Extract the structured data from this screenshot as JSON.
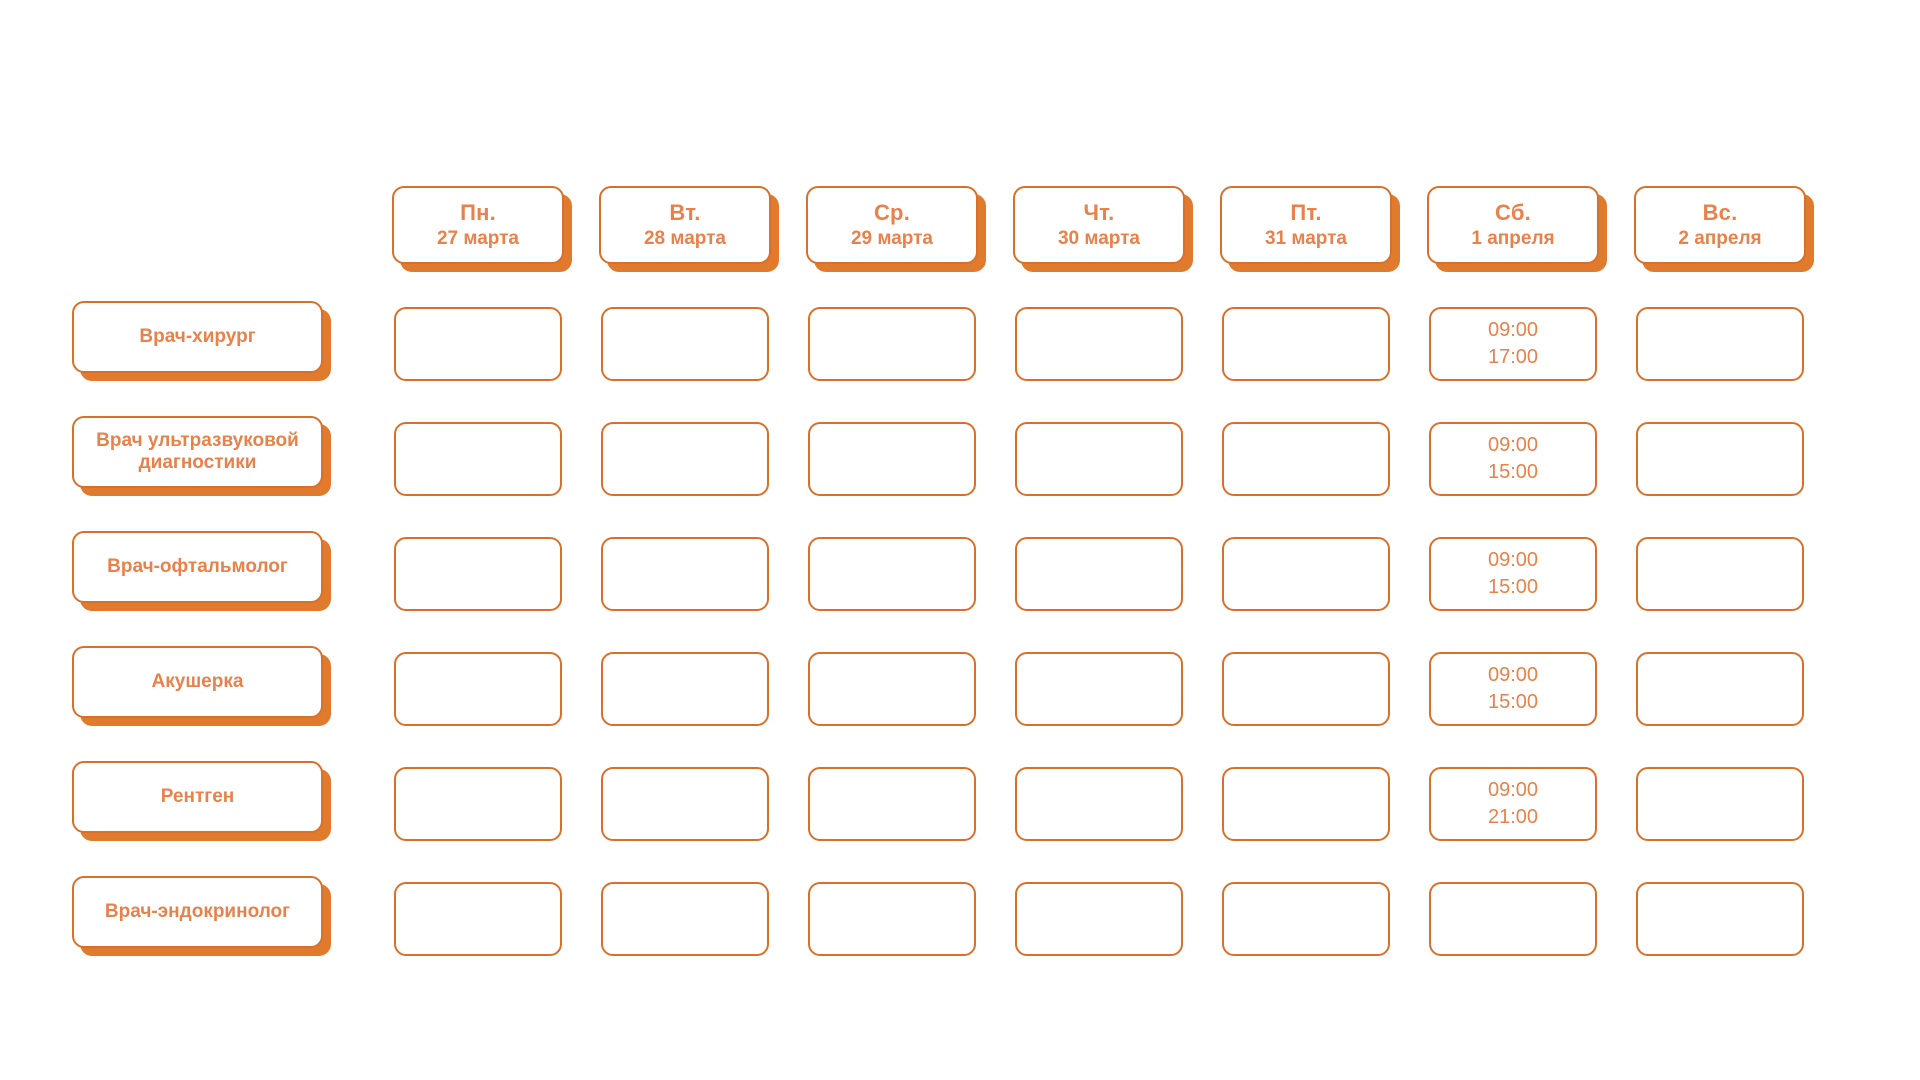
{
  "theme": {
    "accent": "#D9702A",
    "text_accent": "#E8814A",
    "shadow": "#E07B2E",
    "background": "#FFFFFF"
  },
  "schedule": {
    "columns": [
      {
        "dow": "Пн.",
        "date": "27 марта"
      },
      {
        "dow": "Вт.",
        "date": "28 марта"
      },
      {
        "dow": "Ср.",
        "date": "29 марта"
      },
      {
        "dow": "Чт.",
        "date": "30 марта"
      },
      {
        "dow": "Пт.",
        "date": "31 марта"
      },
      {
        "dow": "Сб.",
        "date": "1 апреля"
      },
      {
        "dow": "Вс.",
        "date": "2 апреля"
      }
    ],
    "rows": [
      {
        "label": "Врач-хирург",
        "label_lines": [
          "Врач-хирург"
        ],
        "cells": [
          {
            "start": "",
            "end": ""
          },
          {
            "start": "",
            "end": ""
          },
          {
            "start": "",
            "end": ""
          },
          {
            "start": "",
            "end": ""
          },
          {
            "start": "",
            "end": ""
          },
          {
            "start": "09:00",
            "end": "17:00"
          },
          {
            "start": "",
            "end": ""
          }
        ]
      },
      {
        "label": "Врач ультразвуковой диагностики",
        "label_lines": [
          "Врач ультразвуковой",
          "диагностики"
        ],
        "cells": [
          {
            "start": "",
            "end": ""
          },
          {
            "start": "",
            "end": ""
          },
          {
            "start": "",
            "end": ""
          },
          {
            "start": "",
            "end": ""
          },
          {
            "start": "",
            "end": ""
          },
          {
            "start": "09:00",
            "end": "15:00"
          },
          {
            "start": "",
            "end": ""
          }
        ]
      },
      {
        "label": "Врач-офтальмолог",
        "label_lines": [
          "Врач-офтальмолог"
        ],
        "cells": [
          {
            "start": "",
            "end": ""
          },
          {
            "start": "",
            "end": ""
          },
          {
            "start": "",
            "end": ""
          },
          {
            "start": "",
            "end": ""
          },
          {
            "start": "",
            "end": ""
          },
          {
            "start": "09:00",
            "end": "15:00"
          },
          {
            "start": "",
            "end": ""
          }
        ]
      },
      {
        "label": "Акушерка",
        "label_lines": [
          "Акушерка"
        ],
        "cells": [
          {
            "start": "",
            "end": ""
          },
          {
            "start": "",
            "end": ""
          },
          {
            "start": "",
            "end": ""
          },
          {
            "start": "",
            "end": ""
          },
          {
            "start": "",
            "end": ""
          },
          {
            "start": "09:00",
            "end": "15:00"
          },
          {
            "start": "",
            "end": ""
          }
        ]
      },
      {
        "label": "Рентген",
        "label_lines": [
          "Рентген"
        ],
        "cells": [
          {
            "start": "",
            "end": ""
          },
          {
            "start": "",
            "end": ""
          },
          {
            "start": "",
            "end": ""
          },
          {
            "start": "",
            "end": ""
          },
          {
            "start": "",
            "end": ""
          },
          {
            "start": "09:00",
            "end": "21:00"
          },
          {
            "start": "",
            "end": ""
          }
        ]
      },
      {
        "label": "Врач-эндокринолог",
        "label_lines": [
          "Врач-эндокринолог"
        ],
        "cells": [
          {
            "start": "",
            "end": ""
          },
          {
            "start": "",
            "end": ""
          },
          {
            "start": "",
            "end": ""
          },
          {
            "start": "",
            "end": ""
          },
          {
            "start": "",
            "end": ""
          },
          {
            "start": "",
            "end": ""
          },
          {
            "start": "",
            "end": ""
          }
        ]
      }
    ]
  }
}
